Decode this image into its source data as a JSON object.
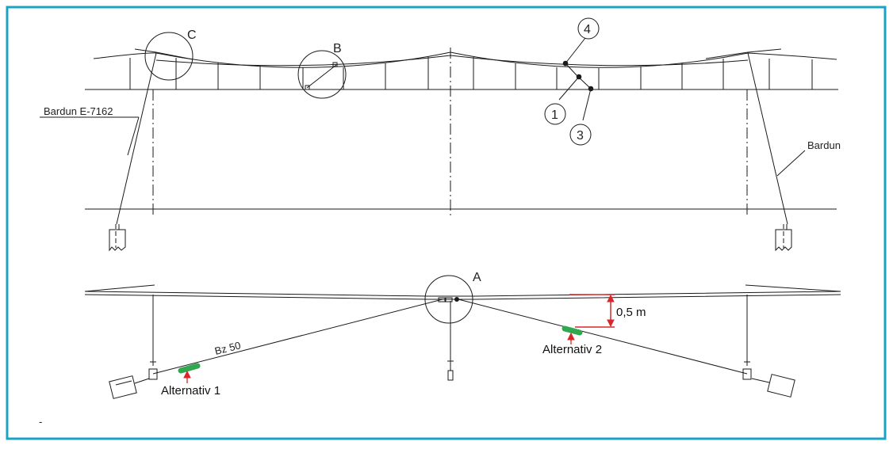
{
  "colors": {
    "frame": "#1ba3c6",
    "line": "#1a1a1a",
    "highlight": "#2fa84f",
    "dimension": "#d9262b"
  },
  "detail_labels": {
    "a": "A",
    "b": "B",
    "c": "C"
  },
  "callouts": {
    "n1": "1",
    "n3": "3",
    "n4": "4"
  },
  "notes": {
    "bardun_left": "Bardun E-7162",
    "bardun_right": "Bardun",
    "bz": "Bz  50",
    "alt1": "Alternativ 1",
    "alt2": "Alternativ 2",
    "dimension": "0,5 m",
    "footnote": "-"
  }
}
